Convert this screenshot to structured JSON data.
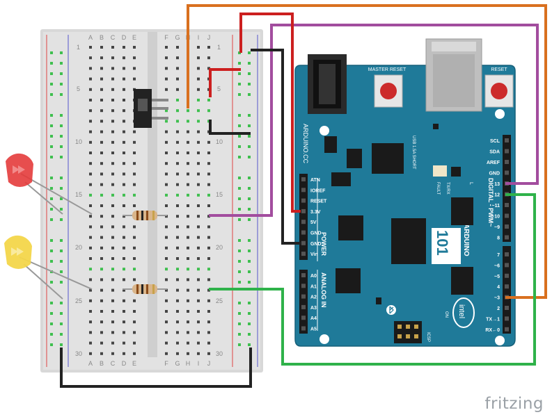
{
  "breadboard": {
    "column_letters_left": [
      "A",
      "B",
      "C",
      "D",
      "E"
    ],
    "column_letters_right": [
      "F",
      "G",
      "H",
      "I",
      "J"
    ],
    "row_numbers": [
      "1",
      "5",
      "10",
      "15",
      "20",
      "25",
      "30"
    ]
  },
  "board": {
    "brand": "ARDUINO.CC",
    "model": "101",
    "model_name": "ARDUINO",
    "master_reset": "MASTER RESET",
    "reset": "RESET",
    "usb_label": "USB 1.5A SHORT",
    "fault": "FAULT",
    "txrx": "TX/RX",
    "l_led": "L",
    "on_led": "ON",
    "icsp": "ICSP",
    "power_title": "POWER",
    "analog_title": "ANALOG IN",
    "digital_title": "DIGITAL - PWM~",
    "intel": "intel",
    "power_pins": [
      "ATN",
      "IOREF",
      "RESET",
      "3.3V",
      "5V",
      "GND",
      "GND",
      "Vin"
    ],
    "analog_pins": [
      "A0",
      "A1",
      "A2",
      "A3",
      "A4",
      "A5"
    ],
    "top_pins": [
      "SCL",
      "SDA",
      "AREF",
      "GND",
      "13",
      "12",
      "~11",
      "~10",
      "~9",
      "8"
    ],
    "bottom_pins": [
      "7",
      "~6",
      "~5",
      "4",
      "~3",
      "2",
      "TX→1",
      "RX←0"
    ]
  },
  "colors": {
    "board": "#1f7a99",
    "wire_red": "#cc1f1f",
    "wire_black": "#222222",
    "wire_orange": "#d9701f",
    "wire_purple": "#a24d9e",
    "wire_green": "#2fb24a",
    "led_red": "#e43b3b",
    "led_yellow": "#f3d64a",
    "rail_red": "#d44",
    "rail_blue": "#55c"
  },
  "logo": "fritzing"
}
